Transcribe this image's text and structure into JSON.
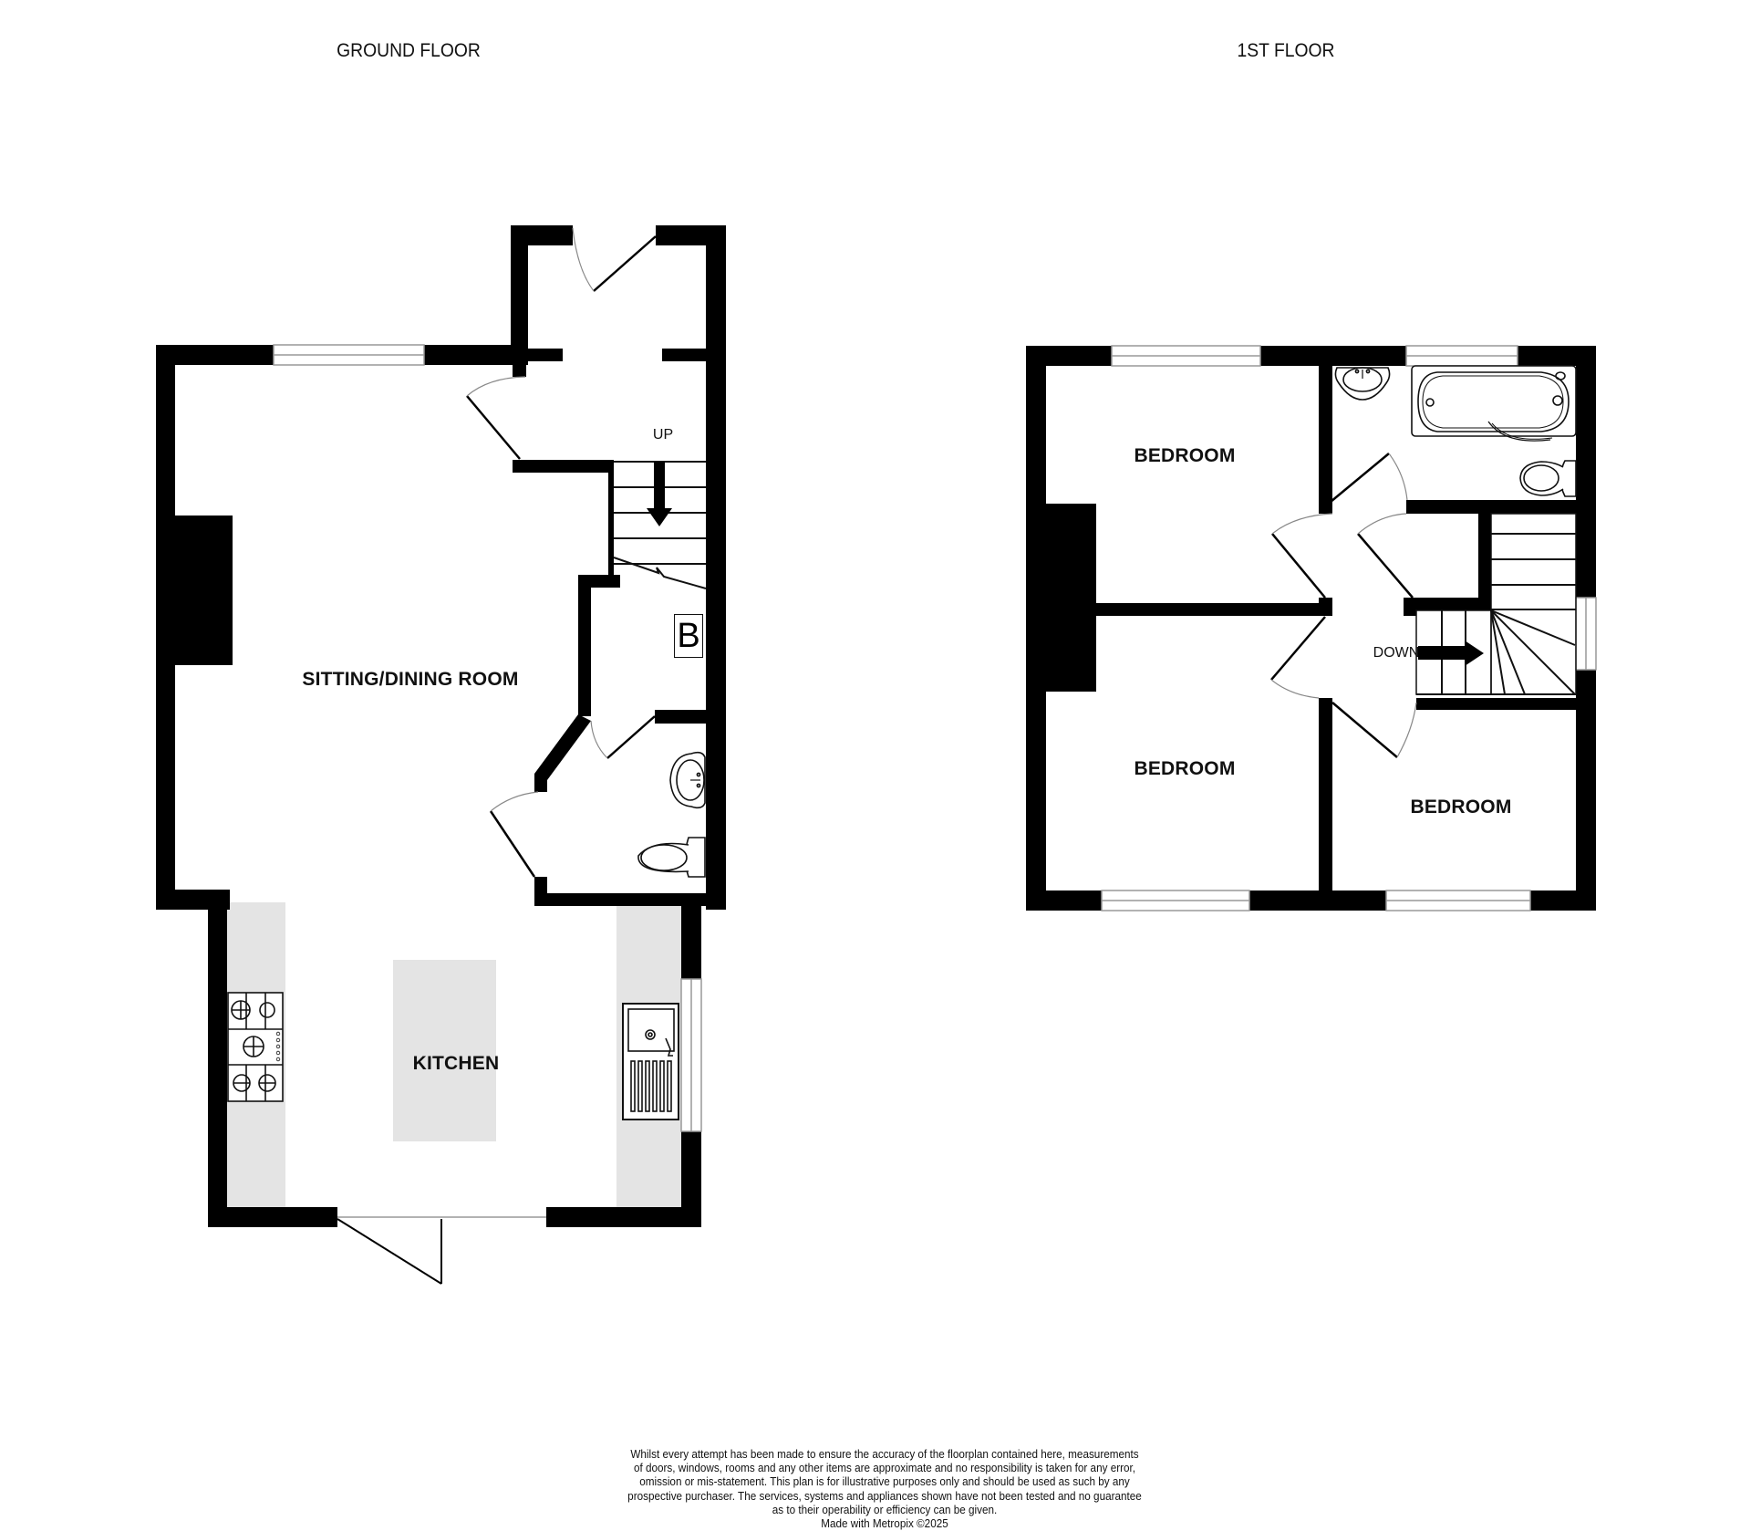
{
  "ground_floor": {
    "title": "GROUND FLOOR",
    "rooms": {
      "sitting_dining": "SITTING/DINING ROOM",
      "kitchen": "KITCHEN"
    },
    "stairs_label": "UP",
    "boiler_label": "B"
  },
  "first_floor": {
    "title": "1ST FLOOR",
    "rooms": {
      "bedroom_1": "BEDROOM",
      "bedroom_2": "BEDROOM",
      "bedroom_3": "BEDROOM"
    },
    "stairs_label": "DOWN"
  },
  "disclaimer": {
    "lines": [
      "Whilst every attempt has been made to ensure the accuracy of the floorplan contained here, measurements",
      "of doors, windows, rooms and any other items are approximate and no responsibility is taken for any error,",
      "omission or mis-statement. This plan is for illustrative purposes only and should be used as such by any",
      "prospective purchaser. The services, systems and appliances shown have not been tested and no guarantee",
      "as to their operability or efficiency can be given."
    ],
    "credit": "Made with Metropix ©2025"
  },
  "colors": {
    "wall": "#000000",
    "counter": "#e4e4e4",
    "window_line": "#999999",
    "background": "#ffffff"
  }
}
